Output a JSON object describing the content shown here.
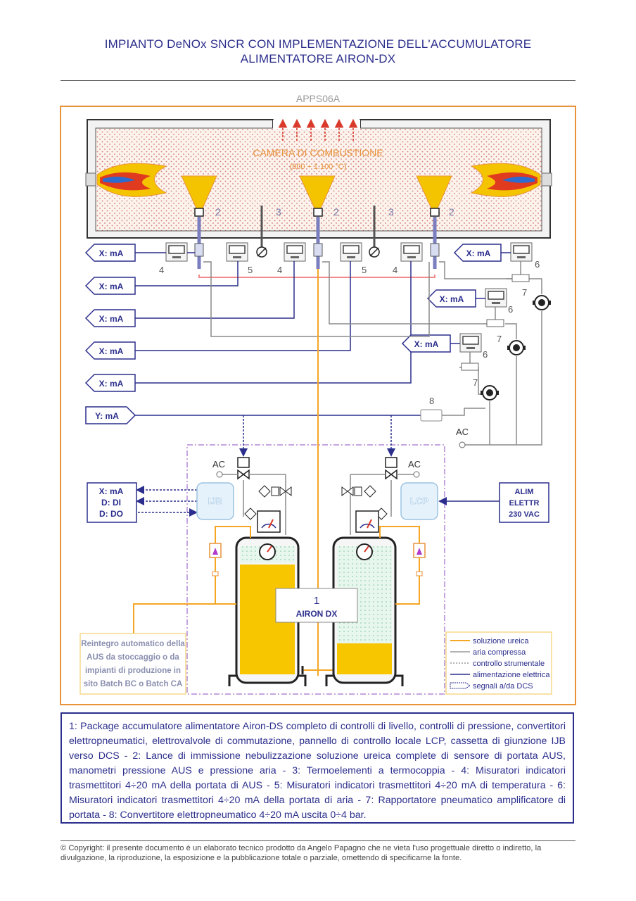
{
  "header": {
    "title_line1": "IMPIANTO DeNOx SNCR CON IMPLEMENTAZIONE DELL'ACCUMULATORE",
    "title_line2": "ALIMENTATORE AIRON-DX",
    "code": "APPS06A"
  },
  "diagram": {
    "chamber_name": "CAMERA DI COMBUSTIONE",
    "chamber_temp": "(800 ÷ 1.100 °C)",
    "lance_num": "2",
    "thermo_num": "3",
    "aus_meter_num": "4",
    "temp_meter_num": "5",
    "air_meter_num": "6",
    "ratio_num": "7",
    "converter_num": "8",
    "x_ma": "X: mA",
    "y_ma": "Y: mA",
    "ac": "AC",
    "ijb": "IJB",
    "lcp": "LCP",
    "dcs_signals": [
      "X: mA",
      "D: DI",
      "D: DO"
    ],
    "power_supply": [
      "ALIM",
      "ELETTR",
      "230 VAC"
    ],
    "package_num": "1",
    "package_name": "AIRON DX",
    "reintegro": [
      "Reintegro automatico della",
      "AUS da stoccaggio o da",
      "impianti di produzione in",
      "sito Batch BC o Batch CA"
    ],
    "legend": [
      {
        "label": "soluzione ureica",
        "color": "#f5a623"
      },
      {
        "label": "aria compressa",
        "color": "#9a9a9a"
      },
      {
        "label": "controllo strumentale",
        "color": "#9a9a9a"
      },
      {
        "label": "alimentazione elettrica",
        "color": "#2b2e8c"
      },
      {
        "label": "segnali a/da DCS",
        "color": "#2b2e8c"
      }
    ]
  },
  "description": "1: Package accumulatore alimentatore Airon-DS completo di controlli di livello, controlli di pressione, convertitori elettropneumatici, elettrovalvole di commutazione, pannello di controllo locale LCP, cassetta di giunzione IJB verso DCS - 2: Lance di immissione nebulizzazione soluzione ureica complete di sensore di portata AUS, manometri pressione AUS e pressione aria - 3: Termoelementi a termocoppia - 4: Misuratori indicatori trasmettitori 4÷20 mA della portata di AUS - 5: Misuratori indicatori trasmettitori 4÷20 mA di temperatura - 6: Misuratori indicatori trasmettitori 4÷20 mA della portata di aria - 7: Rapportatore pneumatico amplificatore di portata - 8: Convertitore elettropneumatico 4÷20 mA uscita 0÷4 bar.",
  "footer": "© Copyright: il presente documento è un elaborato tecnico prodotto da Angelo Papagno che ne vieta l'uso progettuale diretto o indiretto, la divulgazione, la riproduzione, la esposizione e la pubblicazione totale o parziale, omettendo di specificarne la fonte."
}
